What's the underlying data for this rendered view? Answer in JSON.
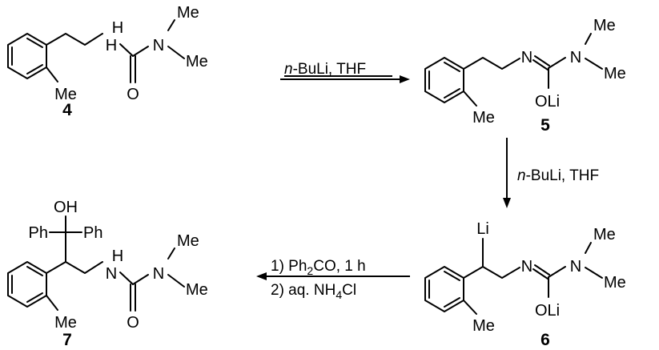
{
  "compounds": [
    {
      "number": "4",
      "atoms": {
        "nh_h": "H",
        "nh_n": "H",
        "urea_n": "N",
        "me_top": "Me",
        "me_right": "Me",
        "oxygen": "O",
        "aryl_me": "Me"
      }
    },
    {
      "number": "5",
      "atoms": {
        "imine_n": "N",
        "amine_n": "N",
        "me_top": "Me",
        "me_right": "Me",
        "oli": "OLi",
        "aryl_me": "Me"
      }
    },
    {
      "number": "6",
      "atoms": {
        "li": "Li",
        "imine_n": "N",
        "amine_n": "N",
        "me_top": "Me",
        "me_right": "Me",
        "oli": "OLi",
        "aryl_me": "Me"
      }
    },
    {
      "number": "7",
      "atoms": {
        "oh": "OH",
        "ph_left": "Ph",
        "ph_right": "Ph",
        "nh_h": "H",
        "nh_n": "N",
        "urea_n": "N",
        "me_top": "Me",
        "me_right": "Me",
        "oxygen": "O",
        "aryl_me": "Me"
      }
    }
  ],
  "reactions": {
    "step1": {
      "reagent_italic": "n",
      "reagent_rest": "-BuLi, THF"
    },
    "step2": {
      "reagent_italic": "n",
      "reagent_rest": "-BuLi, THF"
    },
    "step3": {
      "line1_prefix": "1) Ph",
      "line1_sub": "2",
      "line1_suffix": "CO, 1 h",
      "line2_prefix": "2) aq. NH",
      "line2_sub": "4",
      "line2_suffix": "Cl"
    }
  }
}
